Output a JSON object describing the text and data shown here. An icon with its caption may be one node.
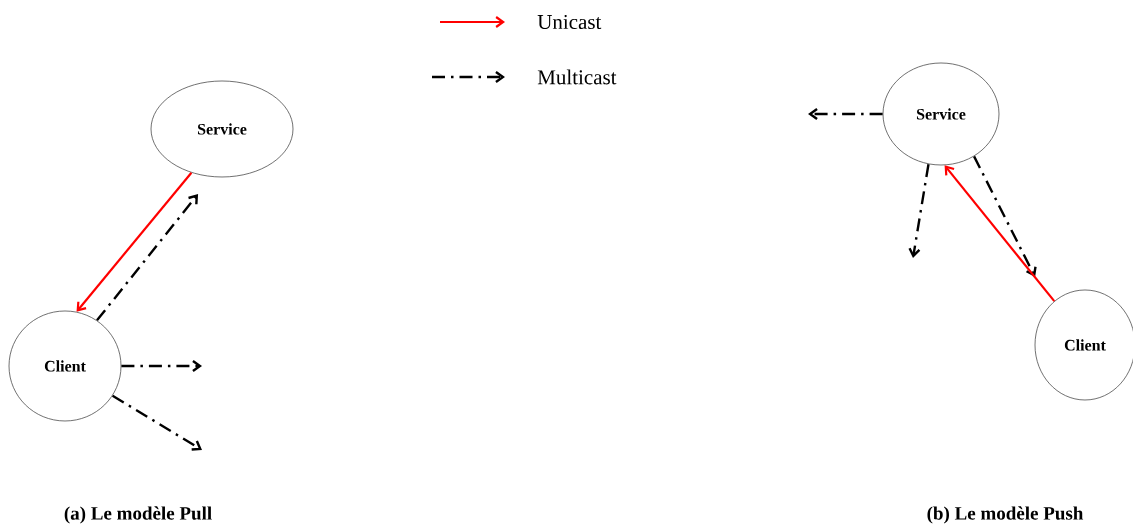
{
  "diagram": {
    "nodes": [
      {
        "text": [
          "Service"
        ]
      },
      {
        "text": [
          "Client"
        ]
      },
      {
        "text": [
          "Service"
        ]
      },
      {
        "text": [
          "Client"
        ]
      }
    ],
    "edges": [
      {
        "from": 0,
        "to": 1,
        "arrow": "to",
        "color": "#ff0000"
      },
      {
        "from": 1,
        "to": 0,
        "arrow": "to",
        "style": "dashed"
      },
      {
        "from": 1,
        "to": null,
        "arrow": "to",
        "style": "dashed"
      },
      {
        "from": 1,
        "to": null,
        "arrow": "to",
        "style": "dashed"
      },
      {
        "from": 2,
        "to": null,
        "arrow": "to",
        "style": "dashed"
      },
      {
        "from": 2,
        "to": null,
        "arrow": "to",
        "style": "dashed"
      },
      {
        "from": 2,
        "to": 3,
        "arrow": "to",
        "style": "dashed"
      },
      {
        "from": 3,
        "to": 2,
        "arrow": "to",
        "color": "#ff0000"
      }
    ],
    "labels": [
      "(a) Le modèle Pull",
      "(b) Le modèle Push"
    ],
    "legend": [
      {
        "text": "Unicast"
      },
      {
        "text": "Multicast"
      }
    ]
  }
}
